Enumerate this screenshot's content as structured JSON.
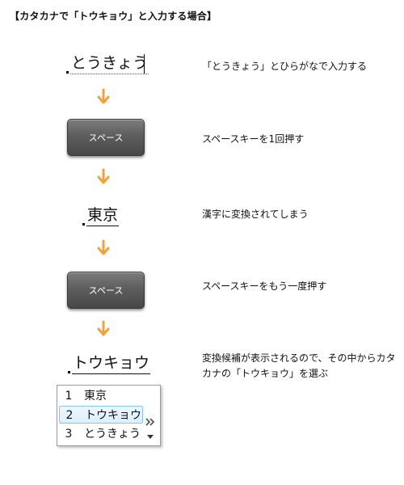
{
  "title": "【カタカナで「トウキョウ」と入力する場合】",
  "steps": [
    {
      "input": "とうきょう",
      "description": "「とうきょう」とひらがなで入力する"
    },
    {
      "key_label": "スペース",
      "description": "スペースキーを1回押す"
    },
    {
      "input": "東京",
      "description": "漢字に変換されてしまう"
    },
    {
      "key_label": "スペース",
      "description": "スペースキーをもう一度押す"
    },
    {
      "input": "トウキョウ",
      "description": "変換候補が表示されるので、その中からカタカナの「トウキョウ」を選ぶ"
    }
  ],
  "candidates": {
    "items": [
      {
        "number": "1",
        "label": "東京"
      },
      {
        "number": "2",
        "label": "トウキョウ"
      },
      {
        "number": "3",
        "label": "とうきょう"
      }
    ],
    "selected_index": 1,
    "expand_icon": "double-chevron-right-icon",
    "scroll_icon": "caret-down-icon"
  },
  "colors": {
    "arrow": "#f0a33a",
    "key_face": "#5e5e5e",
    "key_text": "#ffffff",
    "selection_fill": "#dcefff",
    "selection_border": "#88c4ea"
  }
}
